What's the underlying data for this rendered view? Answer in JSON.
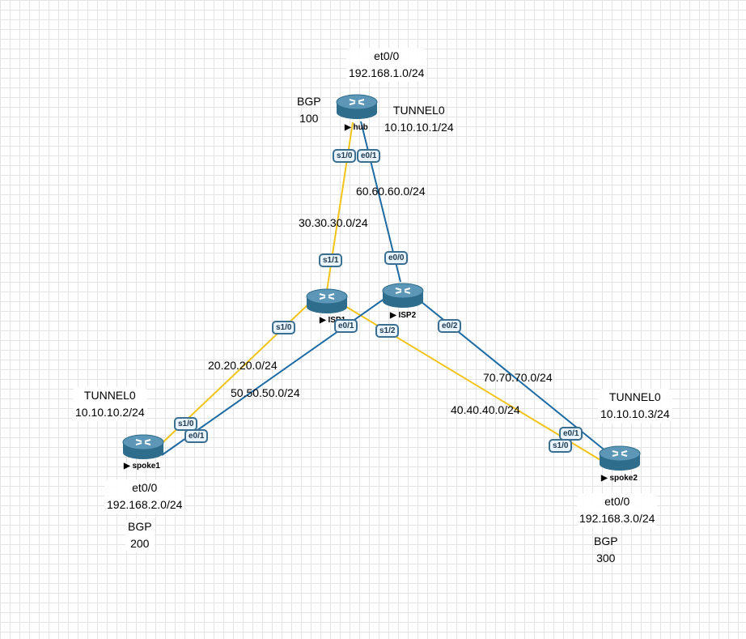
{
  "colors": {
    "serial_link": "#f2c418",
    "ethernet_link": "#1c6aa3",
    "router_body": "#2f6d8c",
    "router_top": "#5d97b7"
  },
  "routers": {
    "hub": {
      "name": "hub",
      "icon": "router-icon"
    },
    "isp1": {
      "name": "ISP1",
      "icon": "router-icon"
    },
    "isp2": {
      "name": "ISP2",
      "icon": "router-icon"
    },
    "spoke1": {
      "name": "spoke1",
      "icon": "router-icon"
    },
    "spoke2": {
      "name": "spoke2",
      "icon": "router-icon"
    }
  },
  "ports": {
    "hub_s10": "s1/0",
    "hub_e01": "e0/1",
    "isp1_s11": "s1/1",
    "isp1_s10": "s1/0",
    "isp1_s12": "s1/2",
    "isp2_e00": "e0/0",
    "isp2_e01": "e0/1",
    "isp2_e02": "e0/2",
    "spoke1_s10": "s1/0",
    "spoke1_e01": "e0/1",
    "spoke2_e01": "e0/1",
    "spoke2_s10": "s1/0"
  },
  "networks": {
    "hub_isp1": "30.30.30.0/24",
    "hub_isp2": "60.60.60.0/24",
    "isp1_spoke1": "20.20.20.0/24",
    "isp2_spoke1": "50.50.50.0/24",
    "isp1_spoke2": "40.40.40.0/24",
    "isp2_spoke2": "70.70.70.0/24"
  },
  "annotations": {
    "hub": {
      "lan_if": "et0/0",
      "lan_net": "192.168.1.0/24",
      "bgp_label": "BGP",
      "bgp_as": "100",
      "tunnel_name": "TUNNEL0",
      "tunnel_ip": "10.10.10.1/24"
    },
    "spoke1": {
      "tunnel_name": "TUNNEL0",
      "tunnel_ip": "10.10.10.2/24",
      "lan_if": "et0/0",
      "lan_net": "192.168.2.0/24",
      "bgp_label": "BGP",
      "bgp_as": "200"
    },
    "spoke2": {
      "tunnel_name": "TUNNEL0",
      "tunnel_ip": "10.10.10.3/24",
      "lan_if": "et0/0",
      "lan_net": "192.168.3.0/24",
      "bgp_label": "BGP",
      "bgp_as": "300"
    }
  }
}
